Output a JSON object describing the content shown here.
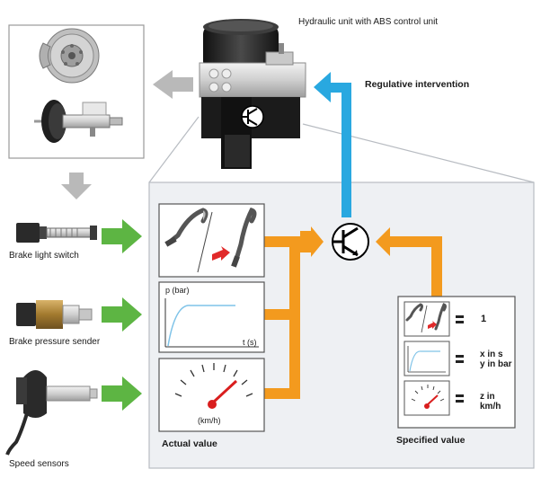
{
  "labels": {
    "hydraulic_unit": "Hydraulic unit with ABS control unit",
    "regulative_intervention": "Regulative intervention",
    "brake_light_switch": "Brake light switch",
    "brake_pressure_sender": "Brake pressure sender",
    "speed_sensors": "Speed sensors",
    "actual_value": "Actual value",
    "specified_value": "Specified value"
  },
  "graph": {
    "y_label": "p (bar)",
    "x_label": "t (s)"
  },
  "gauge": {
    "unit": "(km/h)"
  },
  "specified": {
    "pedal_value": "1",
    "pressure_value_line1": "x in s",
    "pressure_value_line2": "y in bar",
    "speed_value_line1": "z in",
    "speed_value_line2": "km/h"
  },
  "colors": {
    "orange_arrow": "#f39a1e",
    "green_arrow": "#5db543",
    "blue_arrow": "#29a8e0",
    "gray_arrow": "#b9b9b9",
    "panel_fill": "#eef0f3",
    "needle": "#d91e1e"
  }
}
